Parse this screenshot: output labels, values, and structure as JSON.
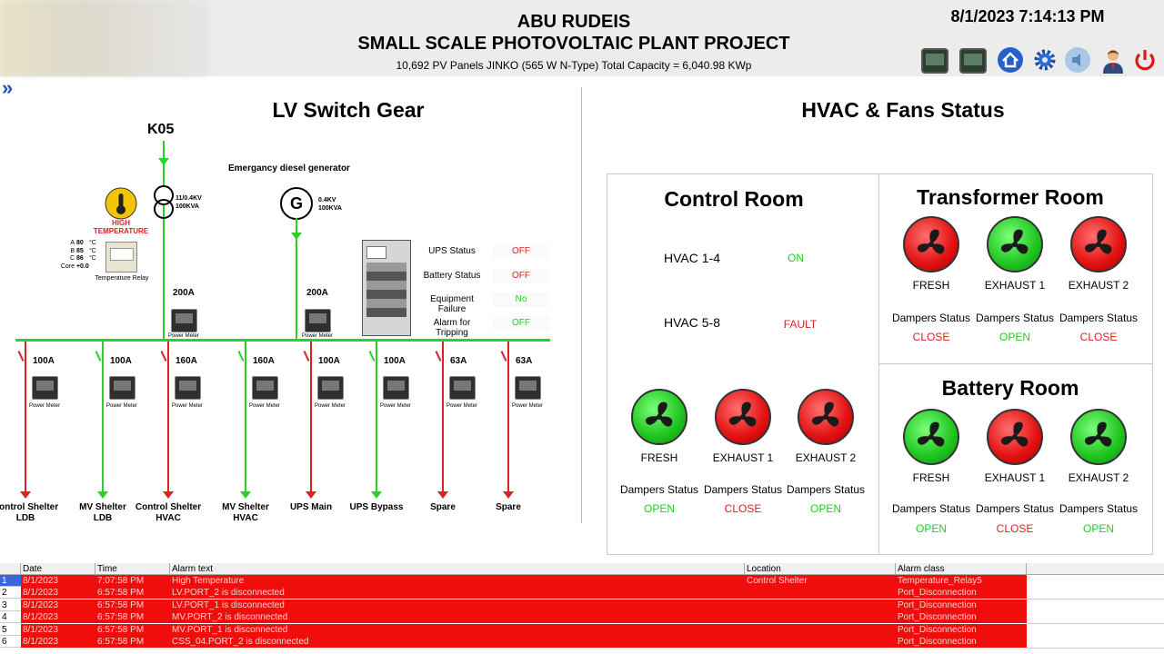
{
  "header": {
    "line1": "ABU RUDEIS",
    "line2": "SMALL SCALE PHOTOVOLTAIC PLANT PROJECT",
    "line3": "10,692 PV Panels JINKO (565 W N-Type) Total Capacity = 6,040.98 KWp",
    "datetime": "8/1/2023 7:14:13 PM"
  },
  "toolbar_icons": [
    "monitor-icon",
    "monitor-icon",
    "home-icon",
    "settings-icon",
    "speaker-icon",
    "user-icon",
    "power-icon"
  ],
  "expand_symbol": "»",
  "lv": {
    "title": "LV Switch Gear",
    "incomer": "K05",
    "transformer_rating": [
      "11/0.4KV",
      "100KVA"
    ],
    "generator_label": "Emergancy diesel generator",
    "generator_symbol": "G",
    "generator_rating": [
      "0.4KV",
      "100KVA"
    ],
    "high_temp": [
      "HIGH",
      "TEMPERATURE"
    ],
    "temp_relay": {
      "labels": [
        "A",
        "B",
        "C",
        "Core"
      ],
      "values": [
        "80",
        "85",
        "86",
        "+0.0"
      ],
      "unit": "°C",
      "caption": "Temperature Relay"
    },
    "incomer_ratings": [
      "200A",
      "200A"
    ],
    "power_meter_label": "Power Meter",
    "ups": [
      {
        "label": "UPS Status",
        "value": "OFF"
      },
      {
        "label": "Battery Status",
        "value": "OFF"
      },
      {
        "label": "Equipment Failure",
        "value": "No"
      },
      {
        "label": "Alarm for Tripping",
        "value": "OFF"
      }
    ],
    "feeders": [
      {
        "rating": "100A",
        "name": [
          "Control Shelter",
          "LDB"
        ],
        "color": "red"
      },
      {
        "rating": "100A",
        "name": [
          "MV Shelter",
          "LDB"
        ],
        "color": "green"
      },
      {
        "rating": "160A",
        "name": [
          "Control Shelter",
          "HVAC"
        ],
        "color": "red"
      },
      {
        "rating": "160A",
        "name": [
          "MV Shelter",
          "HVAC"
        ],
        "color": "green"
      },
      {
        "rating": "100A",
        "name": [
          "UPS Main",
          ""
        ],
        "color": "red"
      },
      {
        "rating": "100A",
        "name": [
          "UPS Bypass",
          ""
        ],
        "color": "green"
      },
      {
        "rating": "63A",
        "name": [
          "Spare",
          ""
        ],
        "color": "red"
      },
      {
        "rating": "63A",
        "name": [
          "Spare",
          ""
        ],
        "color": "red"
      }
    ]
  },
  "hvac": {
    "title": "HVAC & Fans Status",
    "control_room": {
      "title": "Control Room",
      "units": [
        {
          "label": "HVAC 1-4",
          "status": "ON"
        },
        {
          "label": "HVAC 5-8",
          "status": "FAULT"
        }
      ],
      "fans": [
        {
          "name": "FRESH",
          "state": "green",
          "damper_label": "Dampers Status",
          "damper": "OPEN"
        },
        {
          "name": "EXHAUST 1",
          "state": "red",
          "damper_label": "Dampers Status",
          "damper": "CLOSE"
        },
        {
          "name": "EXHAUST 2",
          "state": "red",
          "damper_label": "Dampers Status",
          "damper": "OPEN"
        }
      ]
    },
    "transformer_room": {
      "title": "Transformer Room",
      "fans": [
        {
          "name": "FRESH",
          "state": "red",
          "damper_label": "Dampers Status",
          "damper": "CLOSE"
        },
        {
          "name": "EXHAUST 1",
          "state": "green",
          "damper_label": "Dampers Status",
          "damper": "OPEN"
        },
        {
          "name": "EXHAUST 2",
          "state": "red",
          "damper_label": "Dampers Status",
          "damper": "CLOSE"
        }
      ]
    },
    "battery_room": {
      "title": "Battery Room",
      "fans": [
        {
          "name": "FRESH",
          "state": "green",
          "damper_label": "Dampers Status",
          "damper": "OPEN"
        },
        {
          "name": "EXHAUST 1",
          "state": "red",
          "damper_label": "Dampers Status",
          "damper": "CLOSE"
        },
        {
          "name": "EXHAUST 2",
          "state": "green",
          "damper_label": "Dampers Status",
          "damper": "OPEN"
        }
      ]
    }
  },
  "alarms": {
    "columns": [
      "Date",
      "Time",
      "Alarm text",
      "Location",
      "Alarm class"
    ],
    "rows": [
      {
        "idx": "1",
        "date": "8/1/2023",
        "time": "7:07:58 PM",
        "text": "High Temperature",
        "location": "Control Shelter",
        "class": "Temperature_Relay5"
      },
      {
        "idx": "2",
        "date": "8/1/2023",
        "time": "6:57:58 PM",
        "text": "LV.PORT_2 is disconnected",
        "location": "",
        "class": "Port_Disconnection"
      },
      {
        "idx": "3",
        "date": "8/1/2023",
        "time": "6:57:58 PM",
        "text": "LV.PORT_1 is disconnected",
        "location": "",
        "class": "Port_Disconnection"
      },
      {
        "idx": "4",
        "date": "8/1/2023",
        "time": "6:57:58 PM",
        "text": "MV.PORT_2 is disconnected",
        "location": "",
        "class": "Port_Disconnection"
      },
      {
        "idx": "5",
        "date": "8/1/2023",
        "time": "6:57:58 PM",
        "text": "MV.PORT_1 is disconnected",
        "location": "",
        "class": "Port_Disconnection"
      },
      {
        "idx": "6",
        "date": "8/1/2023",
        "time": "6:57:58 PM",
        "text": "CSS_04.PORT_2 is disconnected",
        "location": "",
        "class": "Port_Disconnection"
      }
    ]
  }
}
